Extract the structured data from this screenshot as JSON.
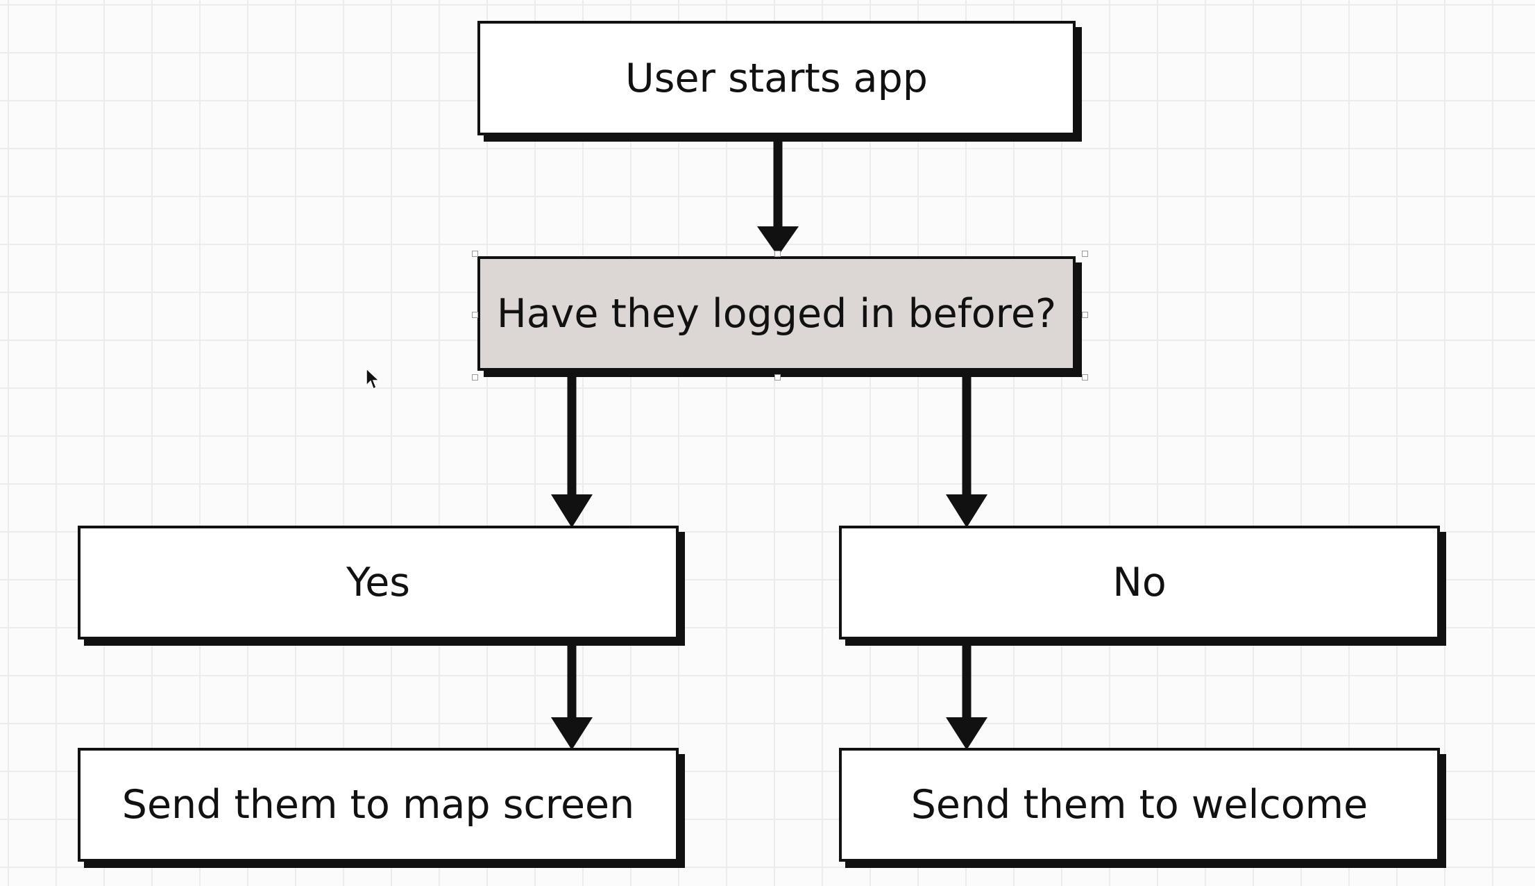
{
  "flowchart": {
    "start": "User starts app",
    "decision": "Have they logged in before?",
    "yes_branch": "Yes",
    "no_branch": "No",
    "yes_result": "Send them to map screen",
    "no_result": "Send them to welcome"
  },
  "colors": {
    "selected_fill": "#dcd7d4",
    "stroke": "#111111",
    "grid": "#ececec"
  },
  "icons": {
    "pointer": "mouse-cursor-icon"
  }
}
